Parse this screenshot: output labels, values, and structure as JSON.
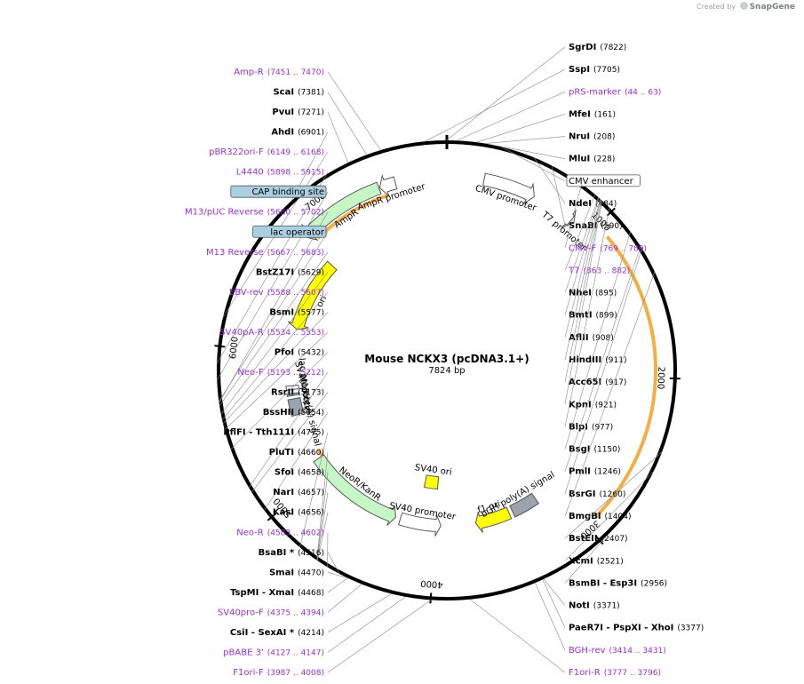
{
  "credit": {
    "prefix": "Created by",
    "brand": "SnapGene"
  },
  "plasmid": {
    "name": "Mouse NCKX3 (pcDNA3.1+)",
    "size": "7824 bp",
    "total_bp": 7824
  },
  "ticks": [
    "1000",
    "2000",
    "3000",
    "4000",
    "5000",
    "6000",
    "7000"
  ],
  "features": [
    {
      "name": "AmpR",
      "start": 6810,
      "end": 7380,
      "color": "#c6f5c6",
      "track": 1,
      "strand": -1
    },
    {
      "name": "AmpR promoter",
      "start": 7385,
      "end": 7490,
      "color": "#ffffff",
      "track": 1,
      "strand": -1
    },
    {
      "name": "CMV promoter",
      "start": 240,
      "end": 580,
      "color": "#ffffff",
      "track": 1,
      "strand": 1
    },
    {
      "name": "T7 promoter",
      "start": 860,
      "end": 885,
      "color": "#ffffff",
      "track": 1,
      "strand": 1
    },
    {
      "name": "ori",
      "start": 6200,
      "end": 6790,
      "color": "#ffff00",
      "track": 2,
      "strand": -1
    },
    {
      "name": "f1 ori",
      "start": 3400,
      "end": 3680,
      "color": "#ffff00",
      "track": 2,
      "strand": 1
    },
    {
      "name": "bGH poly(A) signal",
      "start": 3160,
      "end": 3370,
      "color": "#9aa3ab",
      "track": 2,
      "strand": 0
    },
    {
      "name": "SV40 promoter",
      "start": 3960,
      "end": 4290,
      "color": "#ffffff",
      "track": 2,
      "strand": -1
    },
    {
      "name": "NeoR/KanR",
      "start": 4330,
      "end": 5120,
      "color": "#c6f5c6",
      "track": 2,
      "strand": -1
    },
    {
      "name": "SV40 poly(A) signal",
      "start": 5510,
      "end": 5640,
      "color": "#9aa3ab",
      "track": 2,
      "strand": 0
    },
    {
      "name": "SV40 ori",
      "start": 4010,
      "end": 4150,
      "color": "#ffff00",
      "track": 3,
      "strand": 0
    },
    {
      "name": "lac promoter",
      "start": 5715,
      "end": 5745,
      "color": "#ffffff",
      "track": 2,
      "strand": 0
    },
    {
      "name": "M13 rev",
      "start": 5667,
      "end": 5683,
      "color": "#7fbfe0",
      "track": 2,
      "strand": 0
    }
  ],
  "orfs": [
    {
      "start": 1090,
      "end": 2920
    },
    {
      "start": 4580,
      "end": 5180
    },
    {
      "start": 6860,
      "end": 7420
    }
  ],
  "labels_right": [
    {
      "name": "SgrDI",
      "pos": "(7822)",
      "bp": 7822,
      "kind": "enzyme"
    },
    {
      "name": "SspI",
      "pos": "(7705)",
      "bp": 7705,
      "kind": "enzyme"
    },
    {
      "name": "pRS-marker",
      "pos": "(44 .. 63)",
      "bp": 53,
      "kind": "primer"
    },
    {
      "name": "MfeI",
      "pos": "(161)",
      "bp": 161,
      "kind": "enzyme"
    },
    {
      "name": "NruI",
      "pos": "(208)",
      "bp": 208,
      "kind": "enzyme"
    },
    {
      "name": "MluI",
      "pos": "(228)",
      "bp": 228,
      "kind": "enzyme"
    },
    {
      "name": "CMV enhancer",
      "pos": "",
      "bp": 300,
      "kind": "feature"
    },
    {
      "name": "NdeI",
      "pos": "(484)",
      "bp": 484,
      "kind": "enzyme"
    },
    {
      "name": "SnaBI",
      "pos": "(590)",
      "bp": 590,
      "kind": "enzyme"
    },
    {
      "name": "CMV-F",
      "pos": "(769 .. 789)",
      "bp": 779,
      "kind": "primer"
    },
    {
      "name": "T7",
      "pos": "(863 .. 882)",
      "bp": 872,
      "kind": "primer"
    },
    {
      "name": "NheI",
      "pos": "(895)",
      "bp": 895,
      "kind": "enzyme"
    },
    {
      "name": "BmtI",
      "pos": "(899)",
      "bp": 899,
      "kind": "enzyme"
    },
    {
      "name": "AflII",
      "pos": "(908)",
      "bp": 908,
      "kind": "enzyme"
    },
    {
      "name": "HindIII",
      "pos": "(911)",
      "bp": 911,
      "kind": "enzyme"
    },
    {
      "name": "Acc65I",
      "pos": "(917)",
      "bp": 917,
      "kind": "enzyme"
    },
    {
      "name": "KpnI",
      "pos": "(921)",
      "bp": 921,
      "kind": "enzyme"
    },
    {
      "name": "BlpI",
      "pos": "(977)",
      "bp": 977,
      "kind": "enzyme"
    },
    {
      "name": "BsgI",
      "pos": "(1150)",
      "bp": 1150,
      "kind": "enzyme"
    },
    {
      "name": "PmlI",
      "pos": "(1246)",
      "bp": 1246,
      "kind": "enzyme"
    },
    {
      "name": "BsrGI",
      "pos": "(1260)",
      "bp": 1260,
      "kind": "enzyme"
    },
    {
      "name": "BmgBI",
      "pos": "(1404)",
      "bp": 1404,
      "kind": "enzyme"
    },
    {
      "name": "BstEII",
      "pos": "(2407)",
      "bp": 2407,
      "kind": "enzyme"
    },
    {
      "name": "XcmI",
      "pos": "(2521)",
      "bp": 2521,
      "kind": "enzyme"
    },
    {
      "name": "BsmBI - Esp3I",
      "pos": "(2956)",
      "bp": 2956,
      "kind": "enzyme"
    },
    {
      "name": "NotI",
      "pos": "(3371)",
      "bp": 3371,
      "kind": "enzyme"
    },
    {
      "name": "PaeR7I - PspXI - XhoI",
      "pos": "(3377)",
      "bp": 3377,
      "kind": "enzyme"
    },
    {
      "name": "BGH-rev",
      "pos": "(3414 .. 3431)",
      "bp": 3422,
      "kind": "primer"
    },
    {
      "name": "F1ori-R",
      "pos": "(3777 .. 3796)",
      "bp": 3786,
      "kind": "primer"
    }
  ],
  "labels_left": [
    {
      "name": "Amp-R",
      "pos": "(7451 .. 7470)",
      "bp": 7460,
      "kind": "primer"
    },
    {
      "name": "ScaI",
      "pos": "(7381)",
      "bp": 7381,
      "kind": "enzyme"
    },
    {
      "name": "PvuI",
      "pos": "(7271)",
      "bp": 7271,
      "kind": "enzyme"
    },
    {
      "name": "AhdI",
      "pos": "(6901)",
      "bp": 6901,
      "kind": "enzyme"
    },
    {
      "name": "pBR322ori-F",
      "pos": "(6149 .. 6168)",
      "bp": 6158,
      "kind": "primer"
    },
    {
      "name": "L4440",
      "pos": "(5898 .. 5915)",
      "bp": 5906,
      "kind": "primer"
    },
    {
      "name": "CAP binding site",
      "pos": "",
      "bp": 5815,
      "kind": "featurebox"
    },
    {
      "name": "M13/pUC Reverse",
      "pos": "(5680 .. 5702)",
      "bp": 5691,
      "kind": "primer"
    },
    {
      "name": "lac operator",
      "pos": "",
      "bp": 5700,
      "kind": "featurebox"
    },
    {
      "name": "M13 Reverse",
      "pos": "(5667 .. 5683)",
      "bp": 5675,
      "kind": "primer"
    },
    {
      "name": "BstZ17I",
      "pos": "(5629)",
      "bp": 5629,
      "kind": "enzyme"
    },
    {
      "name": "EBV-rev",
      "pos": "(5588 .. 5607)",
      "bp": 5597,
      "kind": "primer"
    },
    {
      "name": "BsmI",
      "pos": "(5577)",
      "bp": 5577,
      "kind": "enzyme"
    },
    {
      "name": "SV40pA-R",
      "pos": "(5534 .. 5553)",
      "bp": 5543,
      "kind": "primer"
    },
    {
      "name": "PfoI",
      "pos": "(5432)",
      "bp": 5432,
      "kind": "enzyme"
    },
    {
      "name": "Neo-F",
      "pos": "(5193 .. 5212)",
      "bp": 5202,
      "kind": "primer"
    },
    {
      "name": "RsrII",
      "pos": "(5173)",
      "bp": 5173,
      "kind": "enzyme"
    },
    {
      "name": "BssHII",
      "pos": "(5054)",
      "bp": 5054,
      "kind": "enzyme"
    },
    {
      "name": "PflFI - Tth111I",
      "pos": "(4775)",
      "bp": 4775,
      "kind": "enzyme"
    },
    {
      "name": "PluTI",
      "pos": "(4660)",
      "bp": 4660,
      "kind": "enzyme"
    },
    {
      "name": "SfoI",
      "pos": "(4658)",
      "bp": 4658,
      "kind": "enzyme"
    },
    {
      "name": "NarI",
      "pos": "(4657)",
      "bp": 4657,
      "kind": "enzyme"
    },
    {
      "name": "KasI",
      "pos": "(4656)",
      "bp": 4656,
      "kind": "enzyme"
    },
    {
      "name": "Neo-R",
      "pos": "(4583 .. 4602)",
      "bp": 4592,
      "kind": "primer"
    },
    {
      "name": "BsaBI *",
      "pos": "(4516)",
      "bp": 4516,
      "kind": "enzyme"
    },
    {
      "name": "SmaI",
      "pos": "(4470)",
      "bp": 4470,
      "kind": "enzyme"
    },
    {
      "name": "TspMI - XmaI",
      "pos": "(4468)",
      "bp": 4468,
      "kind": "enzyme"
    },
    {
      "name": "SV40pro-F",
      "pos": "(4375 .. 4394)",
      "bp": 4384,
      "kind": "primer"
    },
    {
      "name": "CsiI - SexAI *",
      "pos": "(4214)",
      "bp": 4214,
      "kind": "enzyme"
    },
    {
      "name": "pBABE 3'",
      "pos": "(4127 .. 4147)",
      "bp": 4137,
      "kind": "primer"
    },
    {
      "name": "F1ori-F",
      "pos": "(3987 .. 4008)",
      "bp": 3997,
      "kind": "primer"
    }
  ],
  "colors": {
    "primer": "#9b30d0",
    "enzyme": "#000000",
    "feature_box": "#a9cfe0",
    "orf": "#f2a62e",
    "backbone": "#000000"
  }
}
